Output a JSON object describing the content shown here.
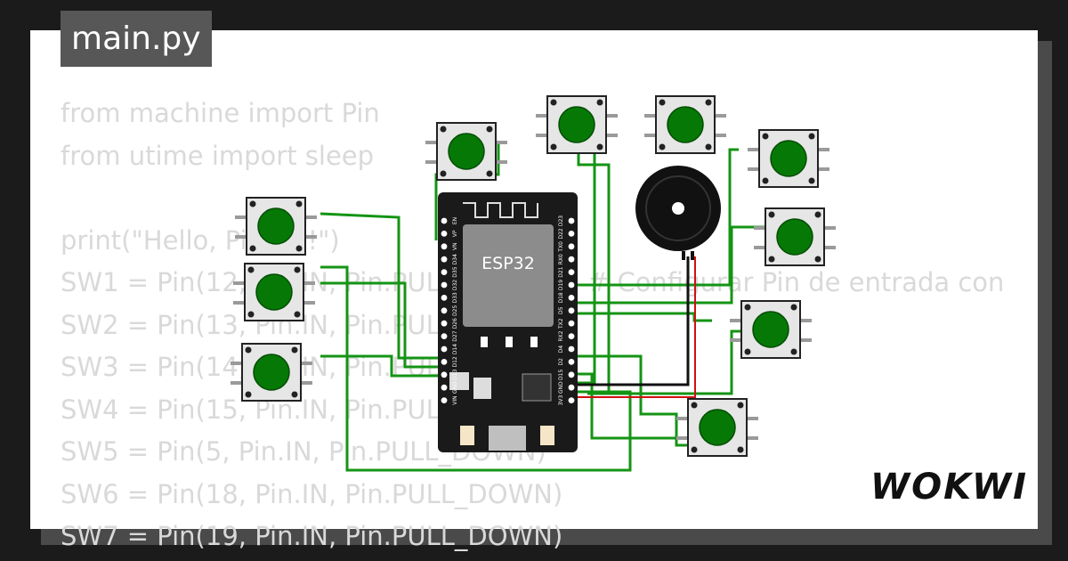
{
  "tab": {
    "title": "main.py"
  },
  "code_lines": [
    "from machine import Pin",
    "from utime import sleep",
    "",
    "print(\"Hello, Pi Pico!\")",
    "SW1 = Pin(12, Pin.IN, Pin.PULL_DOWN)   # Configurar Pin de entrada con",
    "SW2 = Pin(13, Pin.IN, Pin.PULL_DOWN)",
    "SW3 = Pin(14, Pin.IN, Pin.PULL_DOWN)",
    "SW4 = Pin(15, Pin.IN, Pin.PULL_DOWN)",
    "SW5 = Pin(5, Pin.IN, Pin.PULL_DOWN)",
    "SW6 = Pin(18, Pin.IN, Pin.PULL_DOWN)",
    "SW7 = Pin(19, Pin.IN, Pin.PULL_DOWN)"
  ],
  "board": {
    "label": "ESP32",
    "left_pins": [
      "EN",
      "VP",
      "VN",
      "D34",
      "D35",
      "D32",
      "D33",
      "D25",
      "D26",
      "D27",
      "D14",
      "D12",
      "D13",
      "GND",
      "VIN"
    ],
    "right_pins": [
      "D23",
      "D22",
      "TX0",
      "RX0",
      "D21",
      "D19",
      "D18",
      "D5",
      "TX2",
      "RX2",
      "D4",
      "D2",
      "D15",
      "GND",
      "3V3"
    ]
  },
  "logo": "WOKWI",
  "colors": {
    "wire": "#149414",
    "button_cap": "#067806",
    "board": "#1a1a1a",
    "chip": "#8c8c8c",
    "code_text": "#d9d9d9",
    "tab_bg": "#575757"
  }
}
